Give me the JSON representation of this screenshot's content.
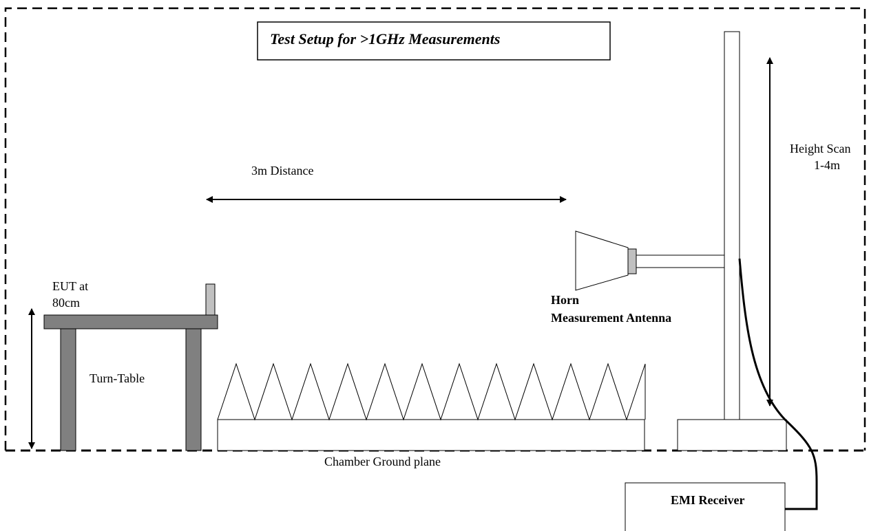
{
  "title": "Test Setup for >1GHz Measurements",
  "labels": {
    "eut_line1": "EUT at",
    "eut_line2": "80cm",
    "turn_table": "Turn-Table",
    "distance": "3m Distance",
    "height_scan_line1": "Height Scan",
    "height_scan_line2": "1-4m",
    "horn_line1": "Horn",
    "horn_line2": "Measurement Antenna",
    "ground_plane": "Chamber Ground plane",
    "receiver": "EMI Receiver"
  },
  "colors": {
    "table": "#808080",
    "antenna_connector": "#c0c0c0",
    "line": "#000000"
  }
}
